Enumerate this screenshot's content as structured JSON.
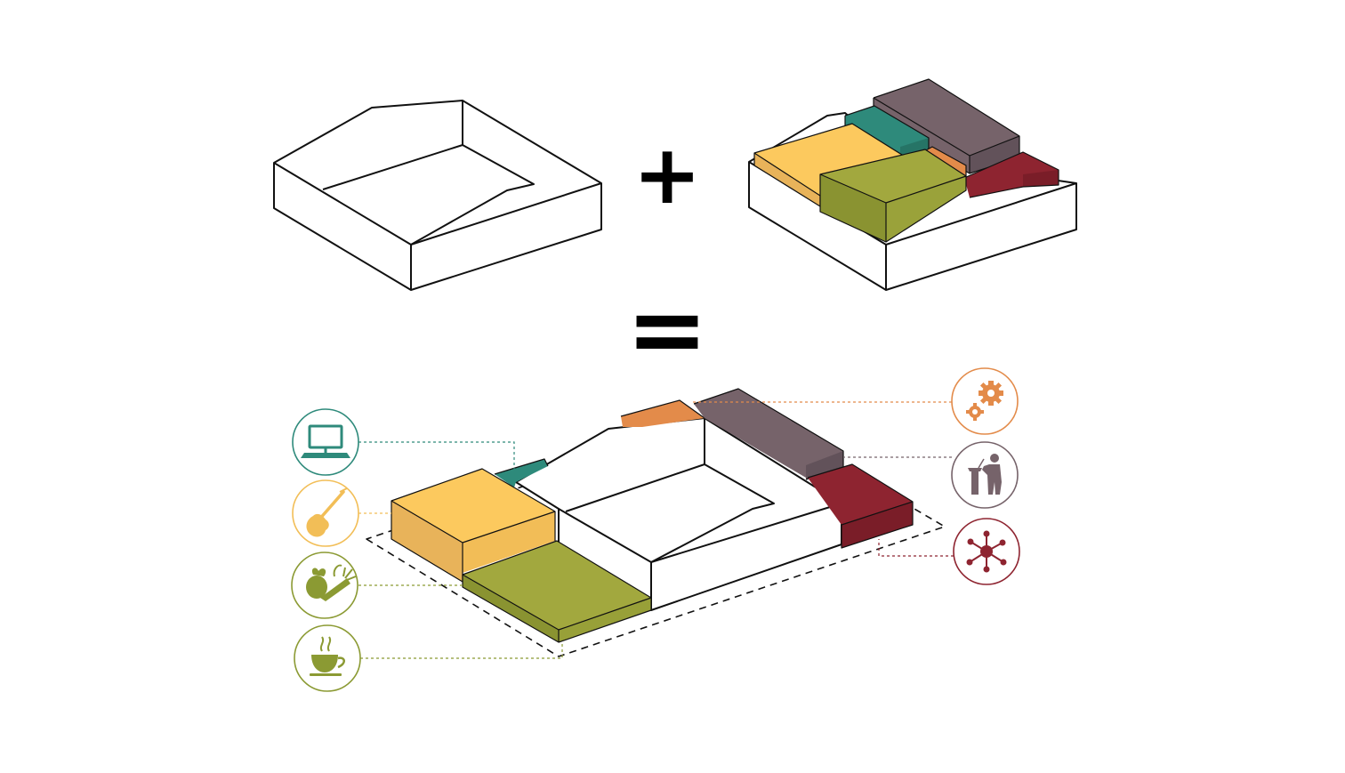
{
  "operators": {
    "plus": "+",
    "equals": "="
  },
  "colors": {
    "outline": "#111111",
    "yellow": "#fcc95e",
    "yellow_side": "#e8b35a",
    "olive": "#a2a83e",
    "olive_side": "#8a9331",
    "teal": "#2e8a7b",
    "teal_side": "#267466",
    "orange": "#e38b4a",
    "orange_side": "#c9763b",
    "mauve": "#76636a",
    "mauve_side": "#62525a",
    "crimson": "#8e2430",
    "crimson_side": "#7a1d28"
  },
  "left_icons": [
    {
      "id": "computer",
      "icon": "computer-icon",
      "color": "#2e8a7b"
    },
    {
      "id": "guitar",
      "icon": "guitar-icon",
      "color": "#f2be57"
    },
    {
      "id": "produce",
      "icon": "vegetables-icon",
      "color": "#8b9a33"
    },
    {
      "id": "cafe",
      "icon": "coffee-cup-icon",
      "color": "#8b9a33"
    }
  ],
  "right_icons": [
    {
      "id": "workshop",
      "icon": "gears-icon",
      "color": "#e38b4a"
    },
    {
      "id": "lecture",
      "icon": "speaker-podium-icon",
      "color": "#76636a"
    },
    {
      "id": "network",
      "icon": "network-icon",
      "color": "#8e2430"
    }
  ]
}
